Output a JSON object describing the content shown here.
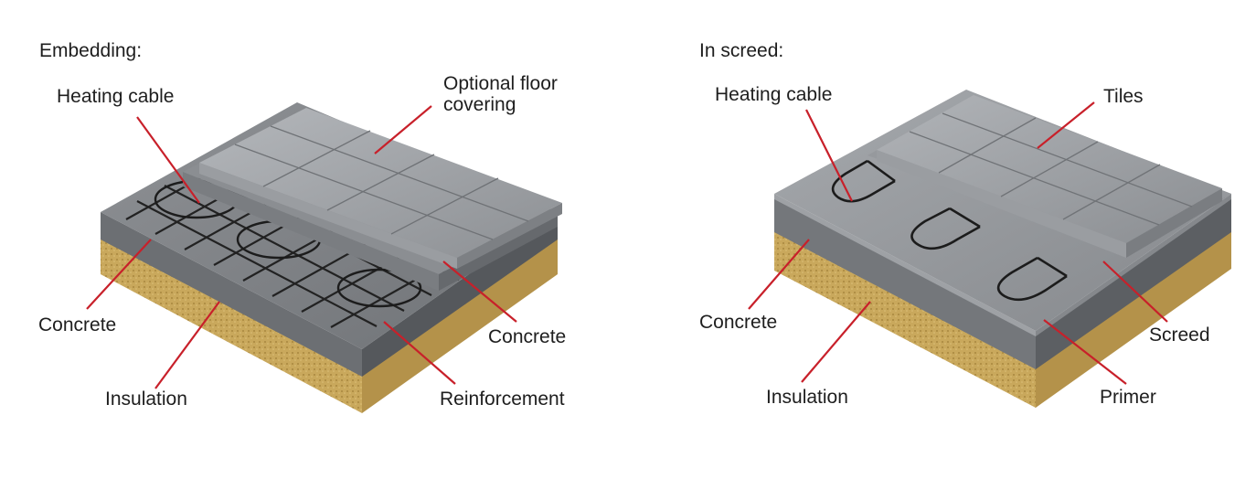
{
  "embedding": {
    "title": "Embedding:",
    "labels": {
      "heating_cable": "Heating cable",
      "floor_covering": "Optional floor\ncovering",
      "concrete_left": "Concrete",
      "concrete_right": "Concrete",
      "insulation": "Insulation",
      "reinforcement": "Reinforcement"
    }
  },
  "in_screed": {
    "title": "In screed:",
    "labels": {
      "heating_cable": "Heating cable",
      "tiles": "Tiles",
      "concrete": "Concrete",
      "screed": "Screed",
      "insulation": "Insulation",
      "primer": "Primer"
    }
  },
  "colors": {
    "leader_line": "#c8202a",
    "concrete_top": "#8c8f93",
    "concrete_side": "#6b6e72",
    "insulation": "#c9a85c",
    "tile": "#a3a6aa",
    "cable": "#2b2b2b"
  }
}
